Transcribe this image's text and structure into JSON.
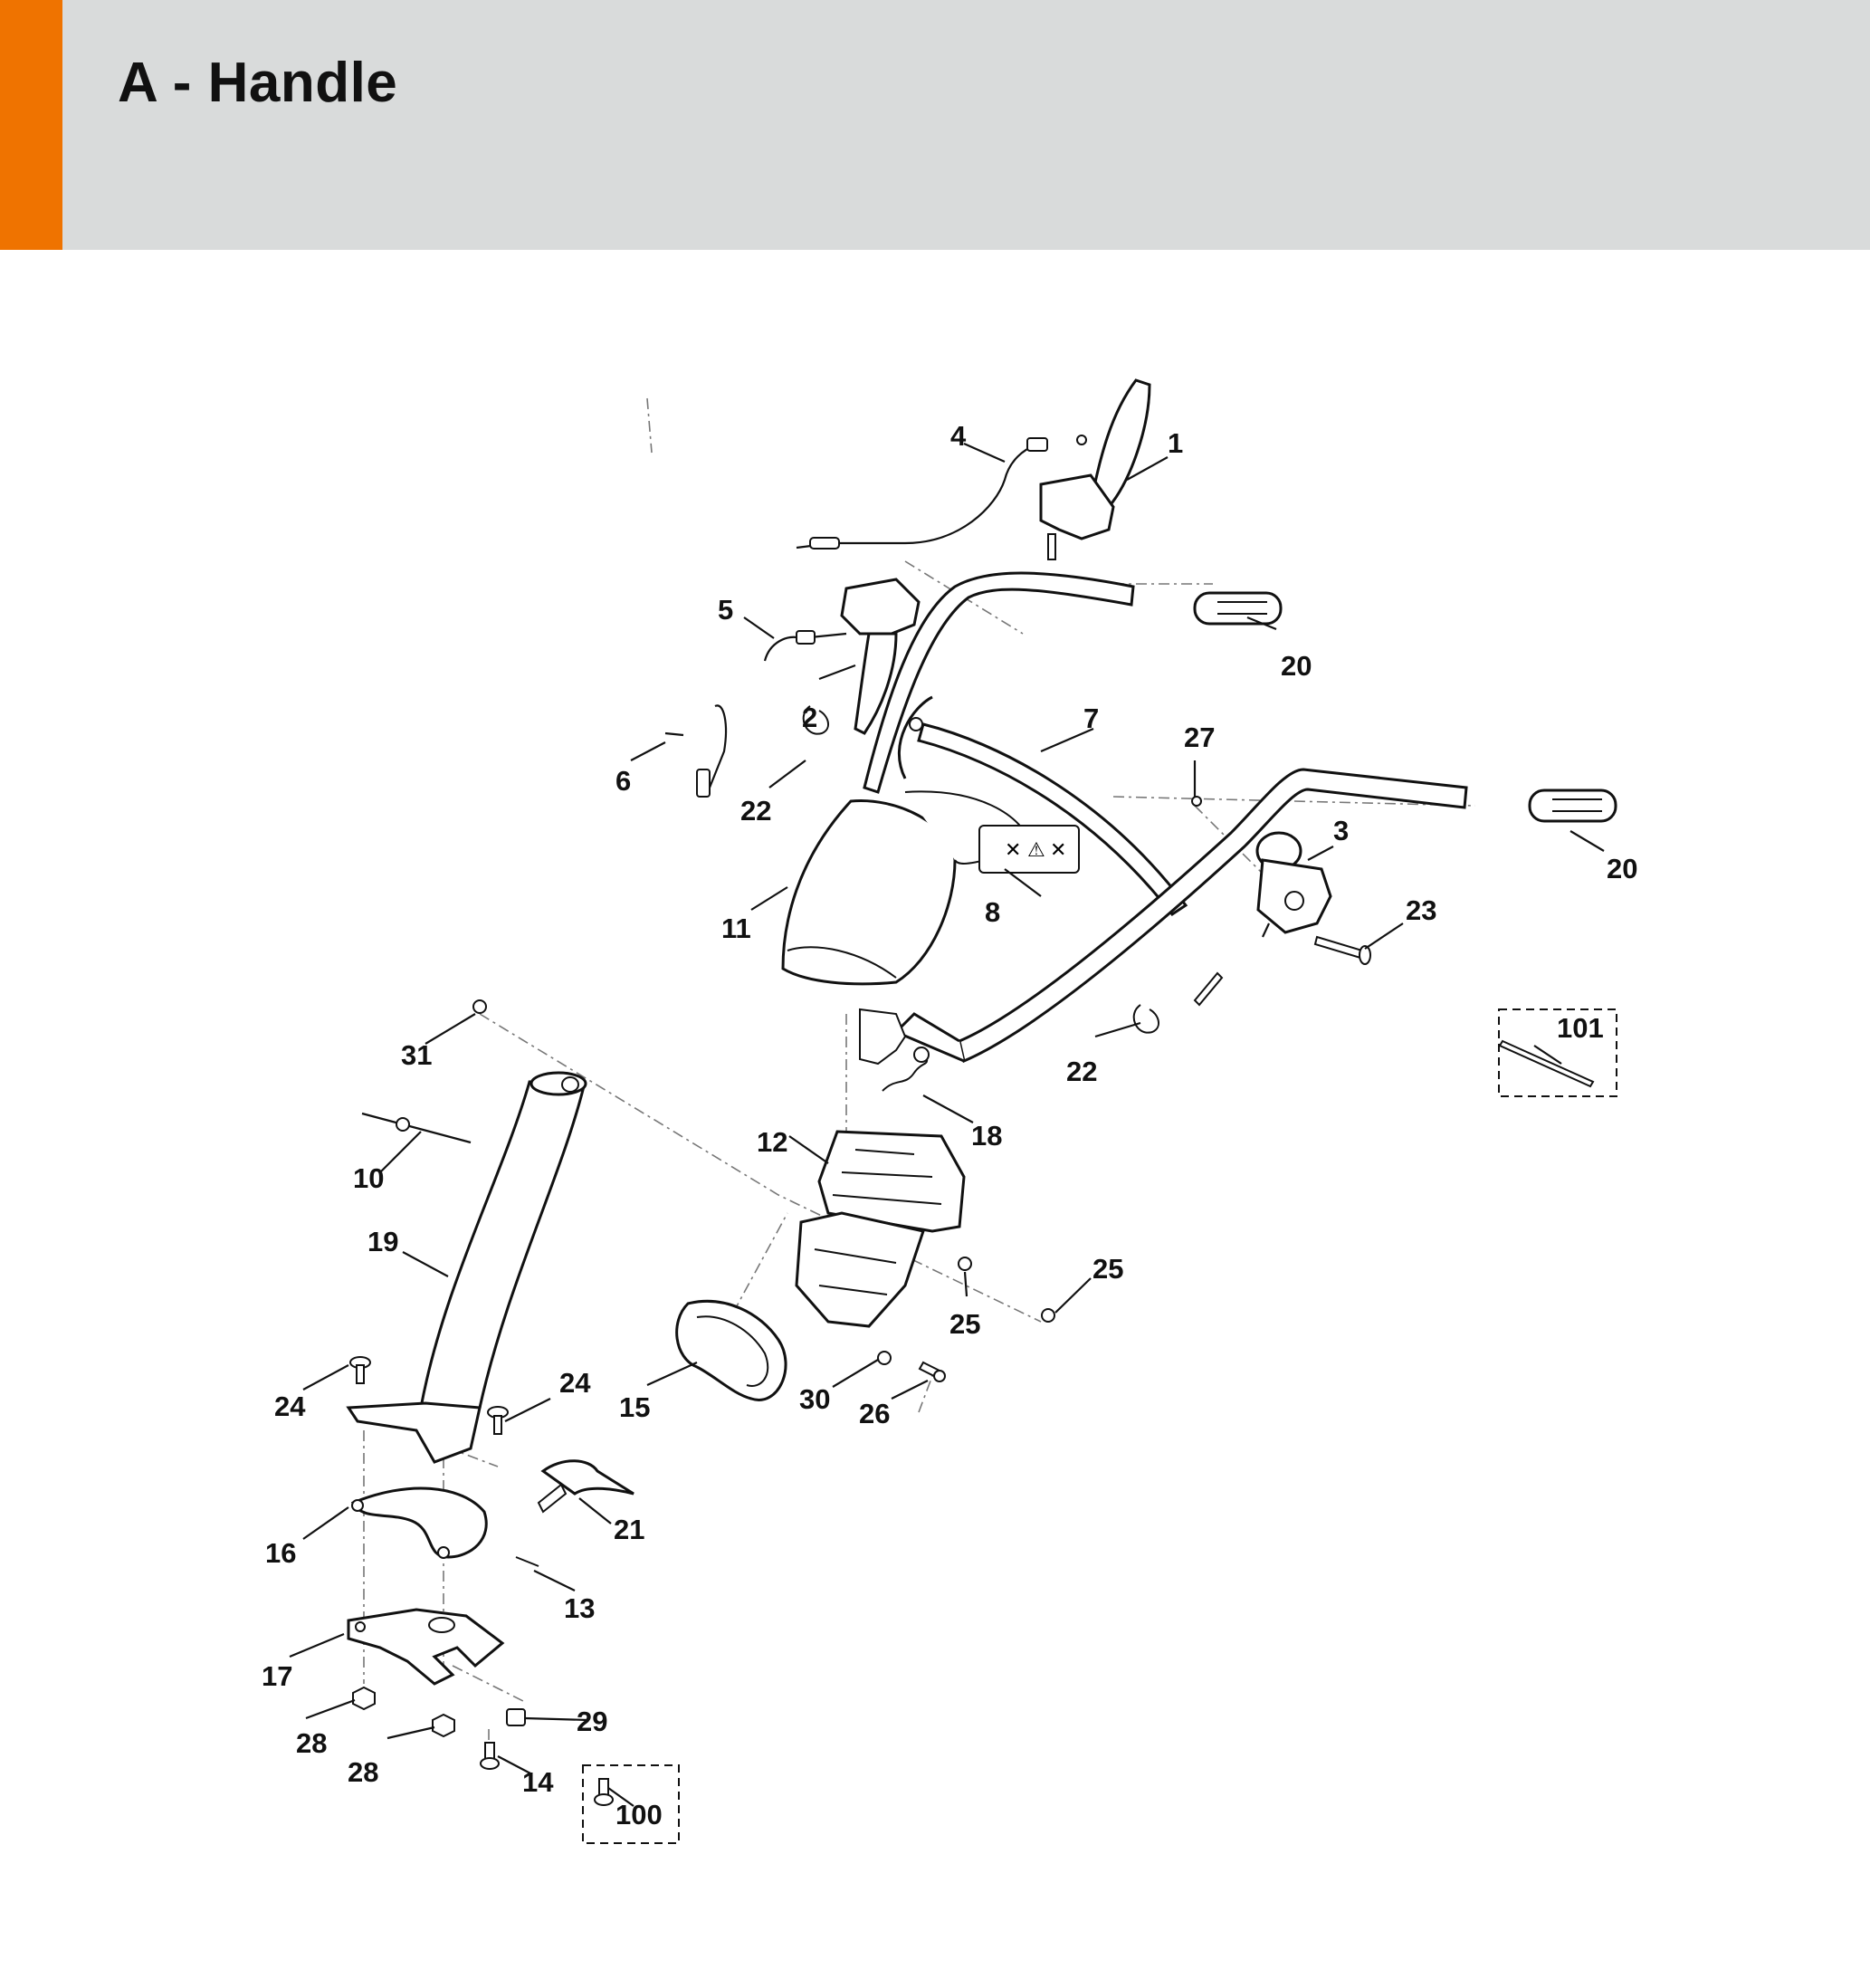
{
  "header": {
    "title": "A - Handle",
    "accent_color": "#ef7300",
    "band_color": "#d9dbdb"
  },
  "callouts": {
    "c1": "1",
    "c2": "2",
    "c3": "3",
    "c4": "4",
    "c5": "5",
    "c6": "6",
    "c7": "7",
    "c8": "8",
    "c10": "10",
    "c11": "11",
    "c12": "12",
    "c13": "13",
    "c14": "14",
    "c15": "15",
    "c16": "16",
    "c17": "17",
    "c18": "18",
    "c19": "19",
    "c20a": "20",
    "c20b": "20",
    "c21": "21",
    "c22a": "22",
    "c22b": "22",
    "c23": "23",
    "c24a": "24",
    "c24b": "24",
    "c25a": "25",
    "c25b": "25",
    "c26": "26",
    "c27": "27",
    "c28a": "28",
    "c28b": "28",
    "c29": "29",
    "c30": "30",
    "c31": "31",
    "c100": "100",
    "c101": "101"
  }
}
